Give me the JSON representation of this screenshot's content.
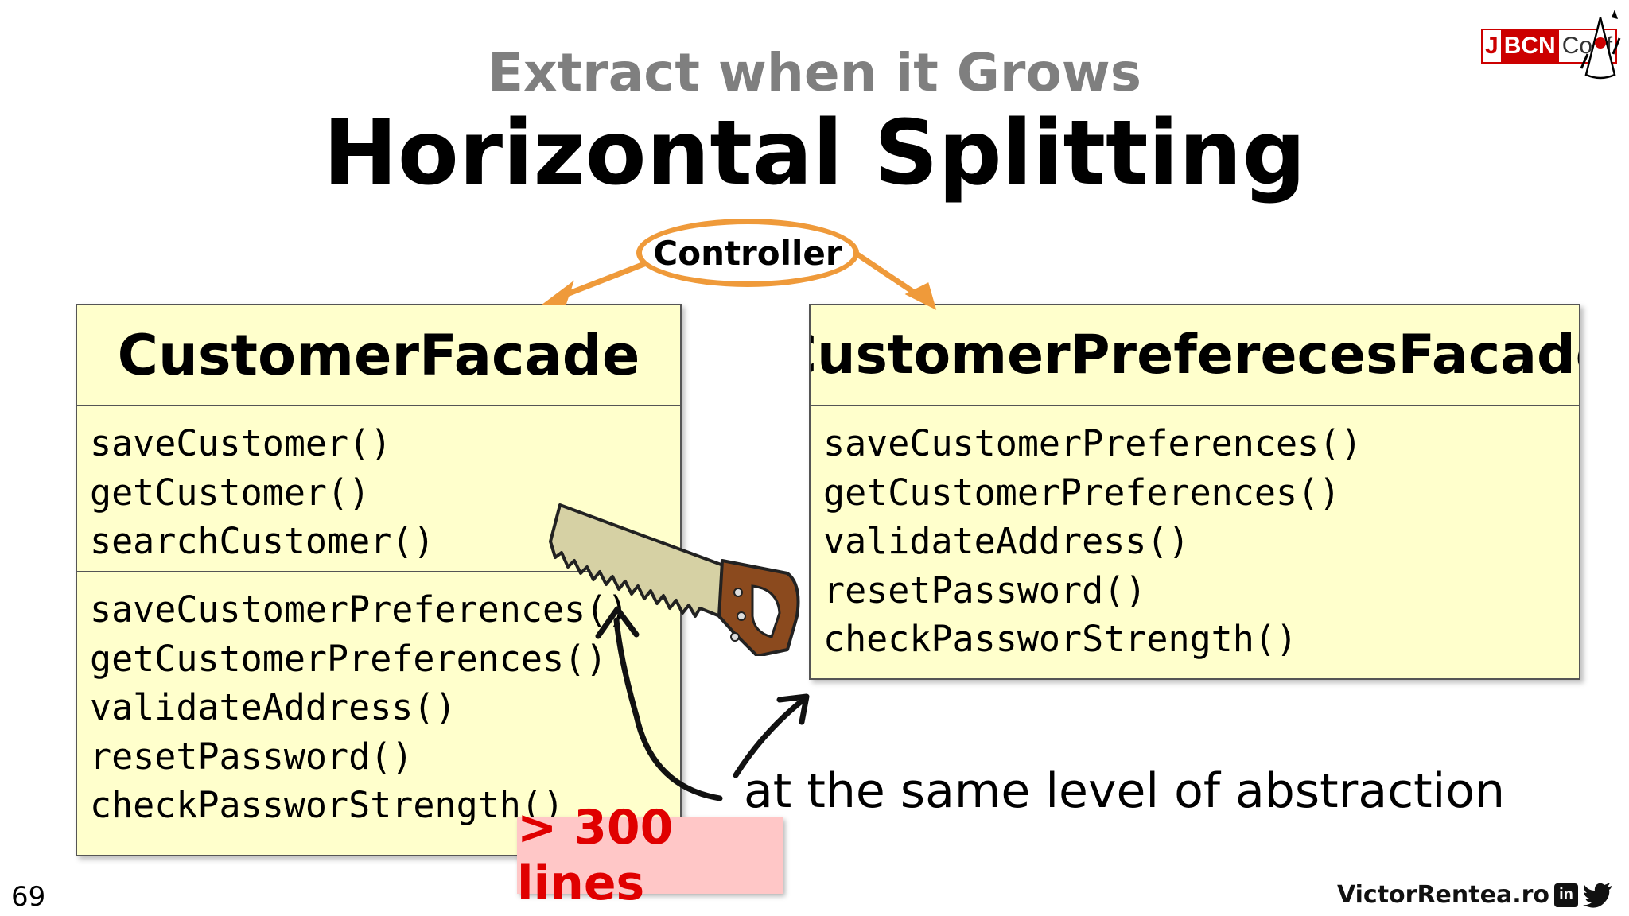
{
  "slide": {
    "subtitle": "Extract when it Grows",
    "title": "Horizontal Splitting",
    "page_number": "69"
  },
  "controller": {
    "label": "Controller"
  },
  "left_class": {
    "name": "CustomerFacade",
    "methods_top": [
      "saveCustomer()",
      "getCustomer()",
      "searchCustomer()"
    ],
    "methods_bottom": [
      "saveCustomerPreferences()",
      "getCustomerPreferences()",
      "validateAddress()",
      "resetPassword()",
      "checkPassworStrength()"
    ]
  },
  "right_class": {
    "name": "CustomerPreferecesFacade",
    "methods": [
      "saveCustomerPreferences()",
      "getCustomerPreferences()",
      "validateAddress()",
      "resetPassword()",
      "checkPassworStrength()"
    ]
  },
  "caption": "at the same level of abstraction",
  "badge": "> 300 lines",
  "footer": {
    "author": "VictorRentea.ro",
    "linkedin_glyph": "in",
    "icons": [
      "linkedin-icon",
      "twitter-icon"
    ]
  },
  "logo": {
    "j": "J",
    "bcn": "BCN",
    "conf": "Conf"
  },
  "colors": {
    "class_fill": "#ffffcc",
    "accent_orange": "#ef9a3a",
    "badge_fill": "#ffc7c7",
    "badge_text": "#e00000"
  }
}
